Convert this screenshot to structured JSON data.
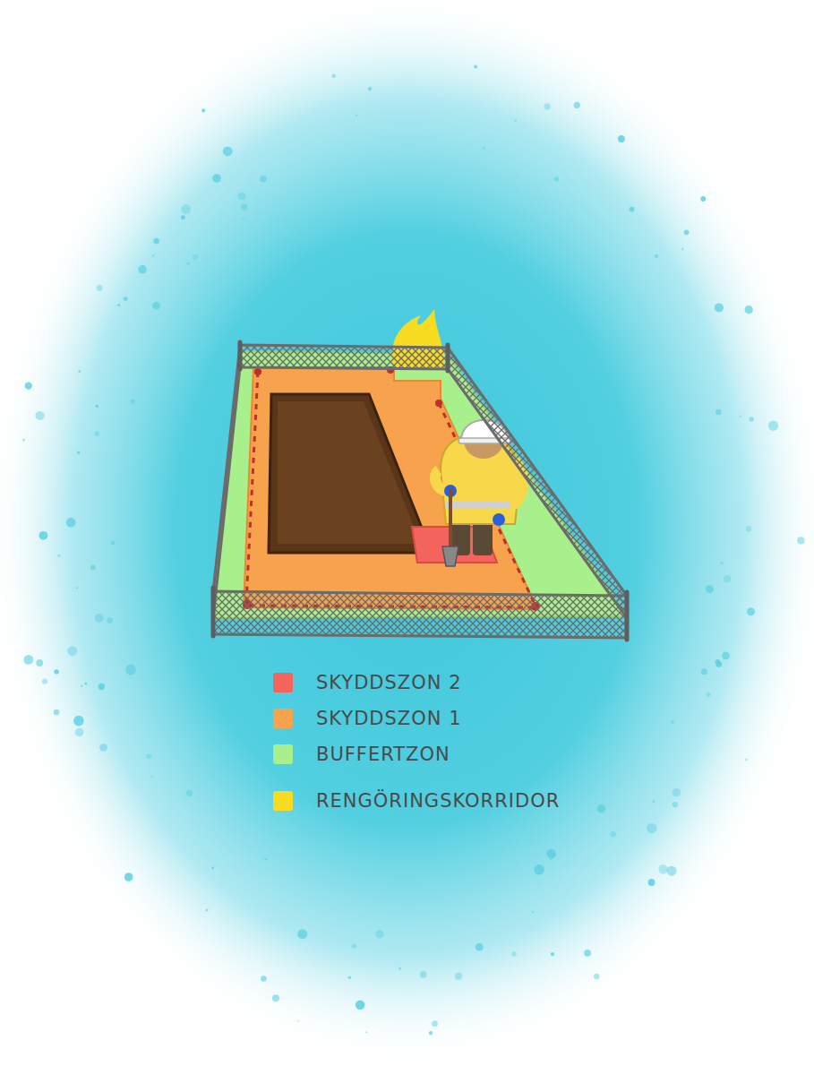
{
  "diagram": {
    "legend": [
      {
        "text": "SKYDDSZON 2",
        "color": "#f2645c"
      },
      {
        "text": "SKYDDSZON 1",
        "color": "#f7a24c"
      },
      {
        "text": "BUFFERTZON",
        "color": "#a8f08c"
      },
      {
        "text": "RENGÖRINGSKORRIDOR",
        "color": "#f8dc22"
      }
    ]
  }
}
